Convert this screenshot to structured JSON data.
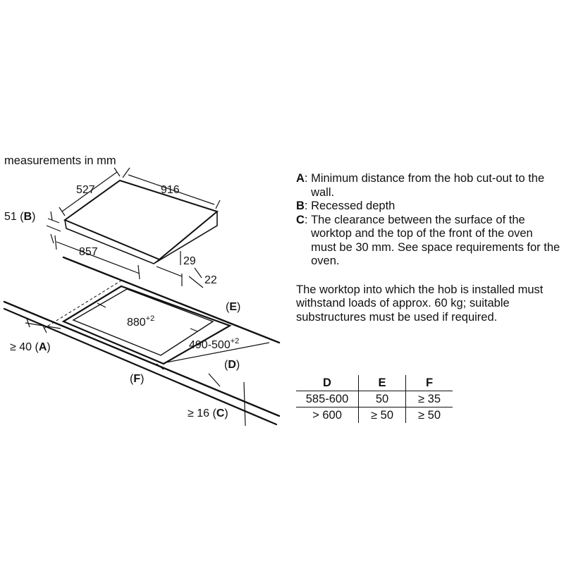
{
  "diagram": {
    "title": "measurements in mm",
    "labels": {
      "width": "916",
      "depth": "527",
      "recess": "51",
      "recess_key": "B",
      "lower_width": "857",
      "height_29": "29",
      "height_22": "22",
      "cutout_w": "880",
      "cutout_w_tol": "+2",
      "cutout_d": "490-500",
      "cutout_d_tol": "+2",
      "e_key": "E",
      "d_key": "D",
      "f_key": "F",
      "a_value": "≥ 40",
      "a_key": "A",
      "c_value": "≥ 16",
      "c_key": "C"
    }
  },
  "legend": [
    {
      "key": "A",
      "text": "Minimum distance from the hob cut-out to the wall."
    },
    {
      "key": "B",
      "text": "Recessed depth"
    },
    {
      "key": "C",
      "text": "The clearance between the surface of the worktop and the top of the front of the oven must be 30 mm. See space requirements for the oven."
    }
  ],
  "note": "The worktop into which the hob is installed must withstand loads of approx. 60 kg; suitable substructures must be used if required.",
  "table": {
    "headers": [
      "D",
      "E",
      "F"
    ],
    "rows": [
      [
        "585-600",
        "50",
        "≥ 35"
      ],
      [
        "> 600",
        "≥ 50",
        "≥ 50"
      ]
    ]
  }
}
